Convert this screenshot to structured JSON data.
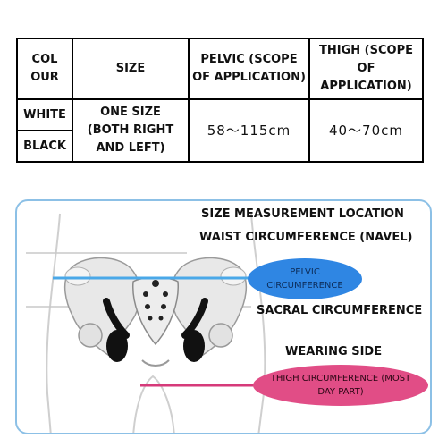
{
  "table": {
    "headers": {
      "colour_line1": "COL",
      "colour_line2": "OUR",
      "size": "SIZE",
      "pelvic_line1": "PELVIC (SCOPE",
      "pelvic_line2": "OF APPLICATION)",
      "thigh_line1": "THIGH (SCOPE OF",
      "thigh_line2": "APPLICATION)"
    },
    "colours": [
      "WHITE",
      "BLACK"
    ],
    "size_line1": "ONE SIZE",
    "size_line2": "(BOTH RIGHT",
    "size_line3": "AND LEFT)",
    "pelvic_range": "58～115cm",
    "thigh_range": "40～70cm"
  },
  "diagram": {
    "title": "SIZE MEASUREMENT LOCATION",
    "waist": "WAIST CIRCUMFERENCE (NAVEL)",
    "pelvic_line1": "PELVIC",
    "pelvic_line2": "CIRCUMFERENCE",
    "sacral": "SACRAL CIRCUMFERENCE",
    "wearing_side": "WEARING SIDE",
    "thigh_line1": "THIGH CIRCUMFERENCE (MOST",
    "thigh_line2": "DAY PART)",
    "colors": {
      "frame": "#8cc0e6",
      "pelvic_oval": "#2f86e3",
      "thigh_oval": "#e14d86",
      "pelvic_line": "#4aa8e8",
      "thigh_line": "#d63a7a"
    }
  }
}
